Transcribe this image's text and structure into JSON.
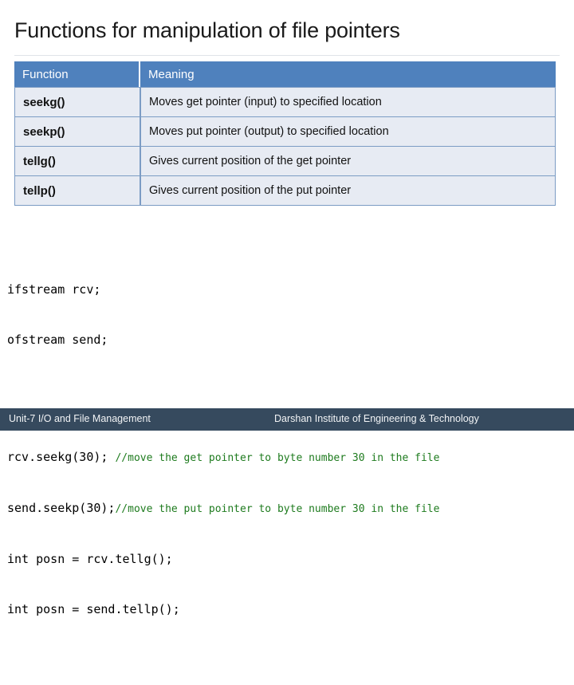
{
  "slide": {
    "title": "Functions for manipulation of file pointers"
  },
  "table": {
    "headers": {
      "function": "Function",
      "meaning": "Meaning"
    },
    "rows": [
      {
        "function": "seekg()",
        "meaning": "Moves get pointer (input) to specified location"
      },
      {
        "function": "seekp()",
        "meaning": "Moves put pointer (output) to specified location"
      },
      {
        "function": "tellg()",
        "meaning": "Gives current position of the get pointer"
      },
      {
        "function": "tellp()",
        "meaning": "Gives current position of the put pointer"
      }
    ]
  },
  "code": {
    "group1": [
      "ifstream rcv;",
      "ofstream send;"
    ],
    "group2": [
      {
        "code": "rcv.seekg(30); ",
        "comment": "//move the get pointer to byte number 30 in the file"
      },
      {
        "code": "send.seekp(30);",
        "comment": "//move the put pointer to byte number 30 in the file"
      },
      {
        "code": "int posn = rcv.tellg();",
        "comment": ""
      },
      {
        "code": "int posn = send.tellp();",
        "comment": ""
      }
    ]
  },
  "footer": {
    "left": "Unit-7 I/O and File Management",
    "right": "Darshan Institute of Engineering & Technology",
    "background": "#364A5E"
  },
  "colors": {
    "header_blue": "#4F81BD",
    "row_fill": "#E7EBF3",
    "row_border": "#7C9CC4",
    "comment_green": "#1E7B1E",
    "title_rule": "#DFE3E8"
  }
}
